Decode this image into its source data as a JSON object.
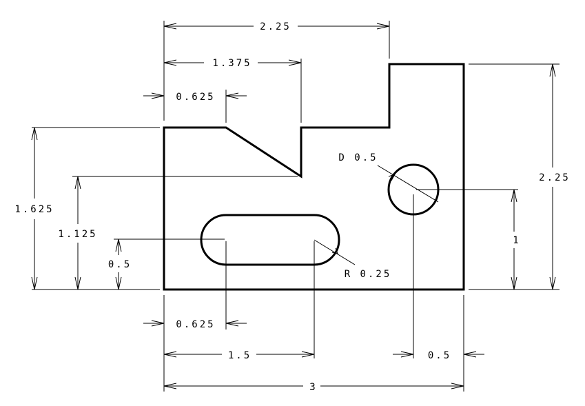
{
  "dimensions": {
    "top_overall": "2.25",
    "notch_x": "1.375",
    "chamfer_x": "0.625",
    "left_height": "1.625",
    "notch_depth": "1.125",
    "slot_y": "0.5",
    "hole_dia": "D 0.5",
    "slot_radius": "R 0.25",
    "right_height": "2.25",
    "hole_y": "1",
    "slot_start": "0.625",
    "slot_length": "1.5",
    "hole_x": "0.5",
    "overall_width": "3"
  }
}
